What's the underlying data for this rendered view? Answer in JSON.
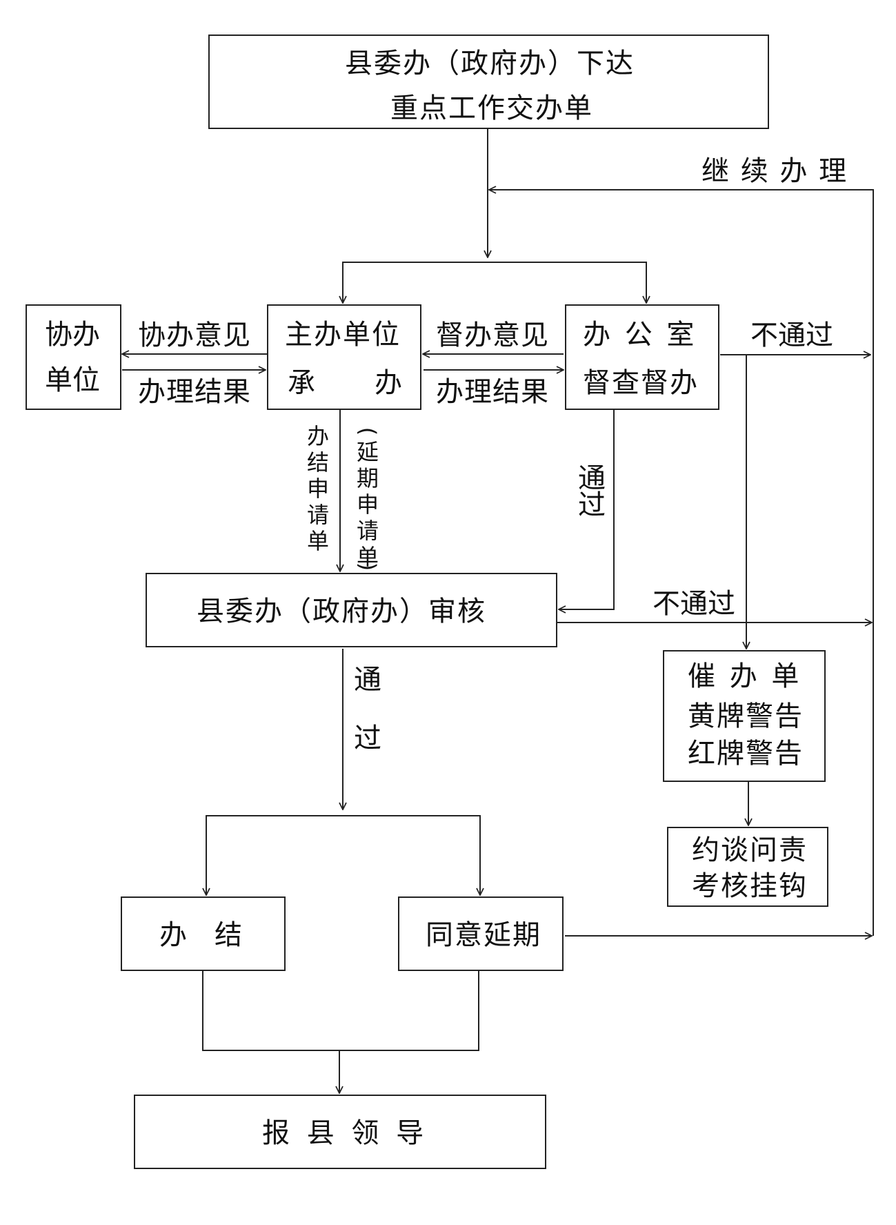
{
  "nodes": {
    "top_notice": {
      "line1": "县委办（政府办）下达",
      "line2": "重点工作交办单"
    },
    "co_unit": {
      "line1": "协办",
      "line2": "单位"
    },
    "main_unit": {
      "line1": "主办单位",
      "line2a": "承",
      "line2b": "办"
    },
    "office": {
      "line1": "办 公 室",
      "line2": "督查督办"
    },
    "review": {
      "label": "县委办（政府办）审核"
    },
    "urge": {
      "line1": "催 办 单",
      "line2": "黄牌警告",
      "line3": "红牌警告"
    },
    "interview": {
      "line1": "约谈问责",
      "line2": "考核挂钩"
    },
    "done": {
      "label": "办　结"
    },
    "extend": {
      "label": "同意延期"
    },
    "report": {
      "label": "报 县 领 导"
    }
  },
  "edges": {
    "continue": "继 续 办 理",
    "co_opinion": "协办意见",
    "co_result": "办理结果",
    "supervise_opinion": "督办意见",
    "supervise_result": "办理结果",
    "fail_1": "不通过",
    "fail_2": "不通过",
    "pass_1": {
      "c1": "通",
      "c2": "过"
    },
    "pass_2": {
      "c1": "通",
      "c2": "过"
    },
    "finish_request": "办结申请单",
    "delay_open": "(",
    "delay_request": "延期申请单",
    "delay_close": ")"
  },
  "colors": {
    "line": "#222222",
    "text": "#111111",
    "background": "#ffffff"
  }
}
